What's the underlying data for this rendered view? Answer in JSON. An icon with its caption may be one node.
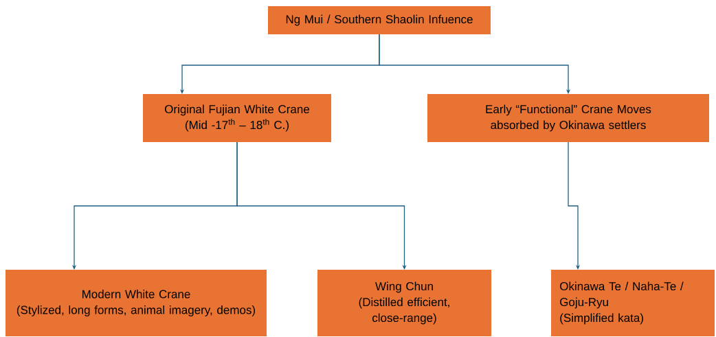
{
  "diagram": {
    "nodes": [
      {
        "text": [
          "Ng Mui / Southern Shaolin Infuence"
        ]
      },
      {
        "text": [
          "Original Fujian White Crane",
          "(Mid -17$^{th}$ – 18$^{th}$ C.)"
        ]
      },
      {
        "text": [
          "Early “Functional” Crane Moves absorbed by Okinawa settlers"
        ]
      },
      {
        "text": [
          "Modern White Crane",
          "(Stylized, long forms, animal imagery, demos)"
        ]
      },
      {
        "text": [
          "Wing Chun",
          "(Distilled efficient, close-range)"
        ]
      },
      {
        "text": [
          "Okinawa Te / Naha-Te / Goju-Ryu",
          "(Simplified kata)"
        ]
      }
    ],
    "edges": [
      {
        "from": 0,
        "to": 1,
        "arrow": "to"
      },
      {
        "from": 0,
        "to": 2,
        "arrow": "to"
      },
      {
        "from": 1,
        "to": 3,
        "arrow": "to"
      },
      {
        "from": 1,
        "to": 4,
        "arrow": "to"
      },
      {
        "from": 2,
        "to": 5,
        "arrow": "to"
      }
    ]
  }
}
